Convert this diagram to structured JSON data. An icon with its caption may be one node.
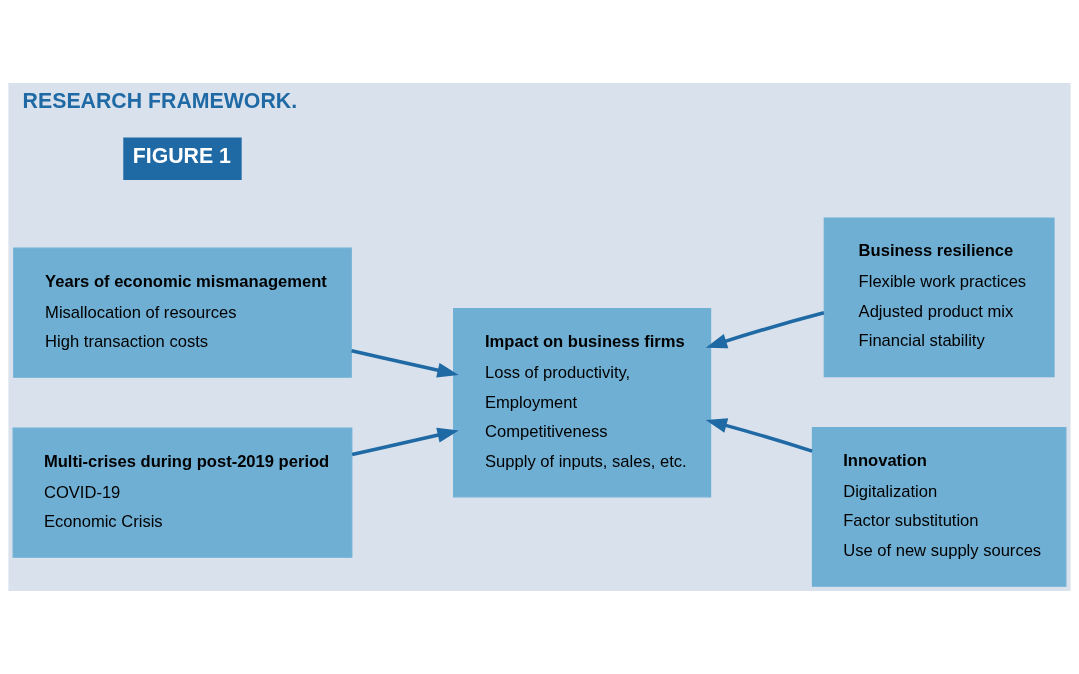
{
  "diagram": {
    "title": "RESEARCH FRAMEWORK.",
    "nodes": [
      {
        "text": [
          "Years of economic mismanagement",
          "Misallocation of resources",
          "High transaction costs"
        ]
      },
      {
        "text": [
          "Impact on business firms",
          "Loss of productivity,",
          "Employment",
          "Competitiveness",
          "Supply of inputs, sales, etc."
        ]
      },
      {
        "text": [
          "Business resilience",
          "Flexible work practices",
          "Adjusted product mix",
          "Financial stability"
        ]
      },
      {
        "text": [
          "Multi-crises during post-2019 period",
          "COVID-19",
          "Economic Crisis"
        ]
      },
      {
        "text": [
          "Innovation",
          "Digitalization",
          "Factor substitution",
          "Use of new supply sources"
        ]
      }
    ],
    "edges": [
      {
        "from": 0,
        "to": 1,
        "arrow": "to"
      },
      {
        "from": 2,
        "to": 1,
        "arrow": "to"
      },
      {
        "from": 3,
        "to": 1,
        "arrow": "to"
      },
      {
        "from": 4,
        "to": 1,
        "arrow": "to"
      }
    ],
    "labels": [
      "FIGURE 1"
    ]
  }
}
